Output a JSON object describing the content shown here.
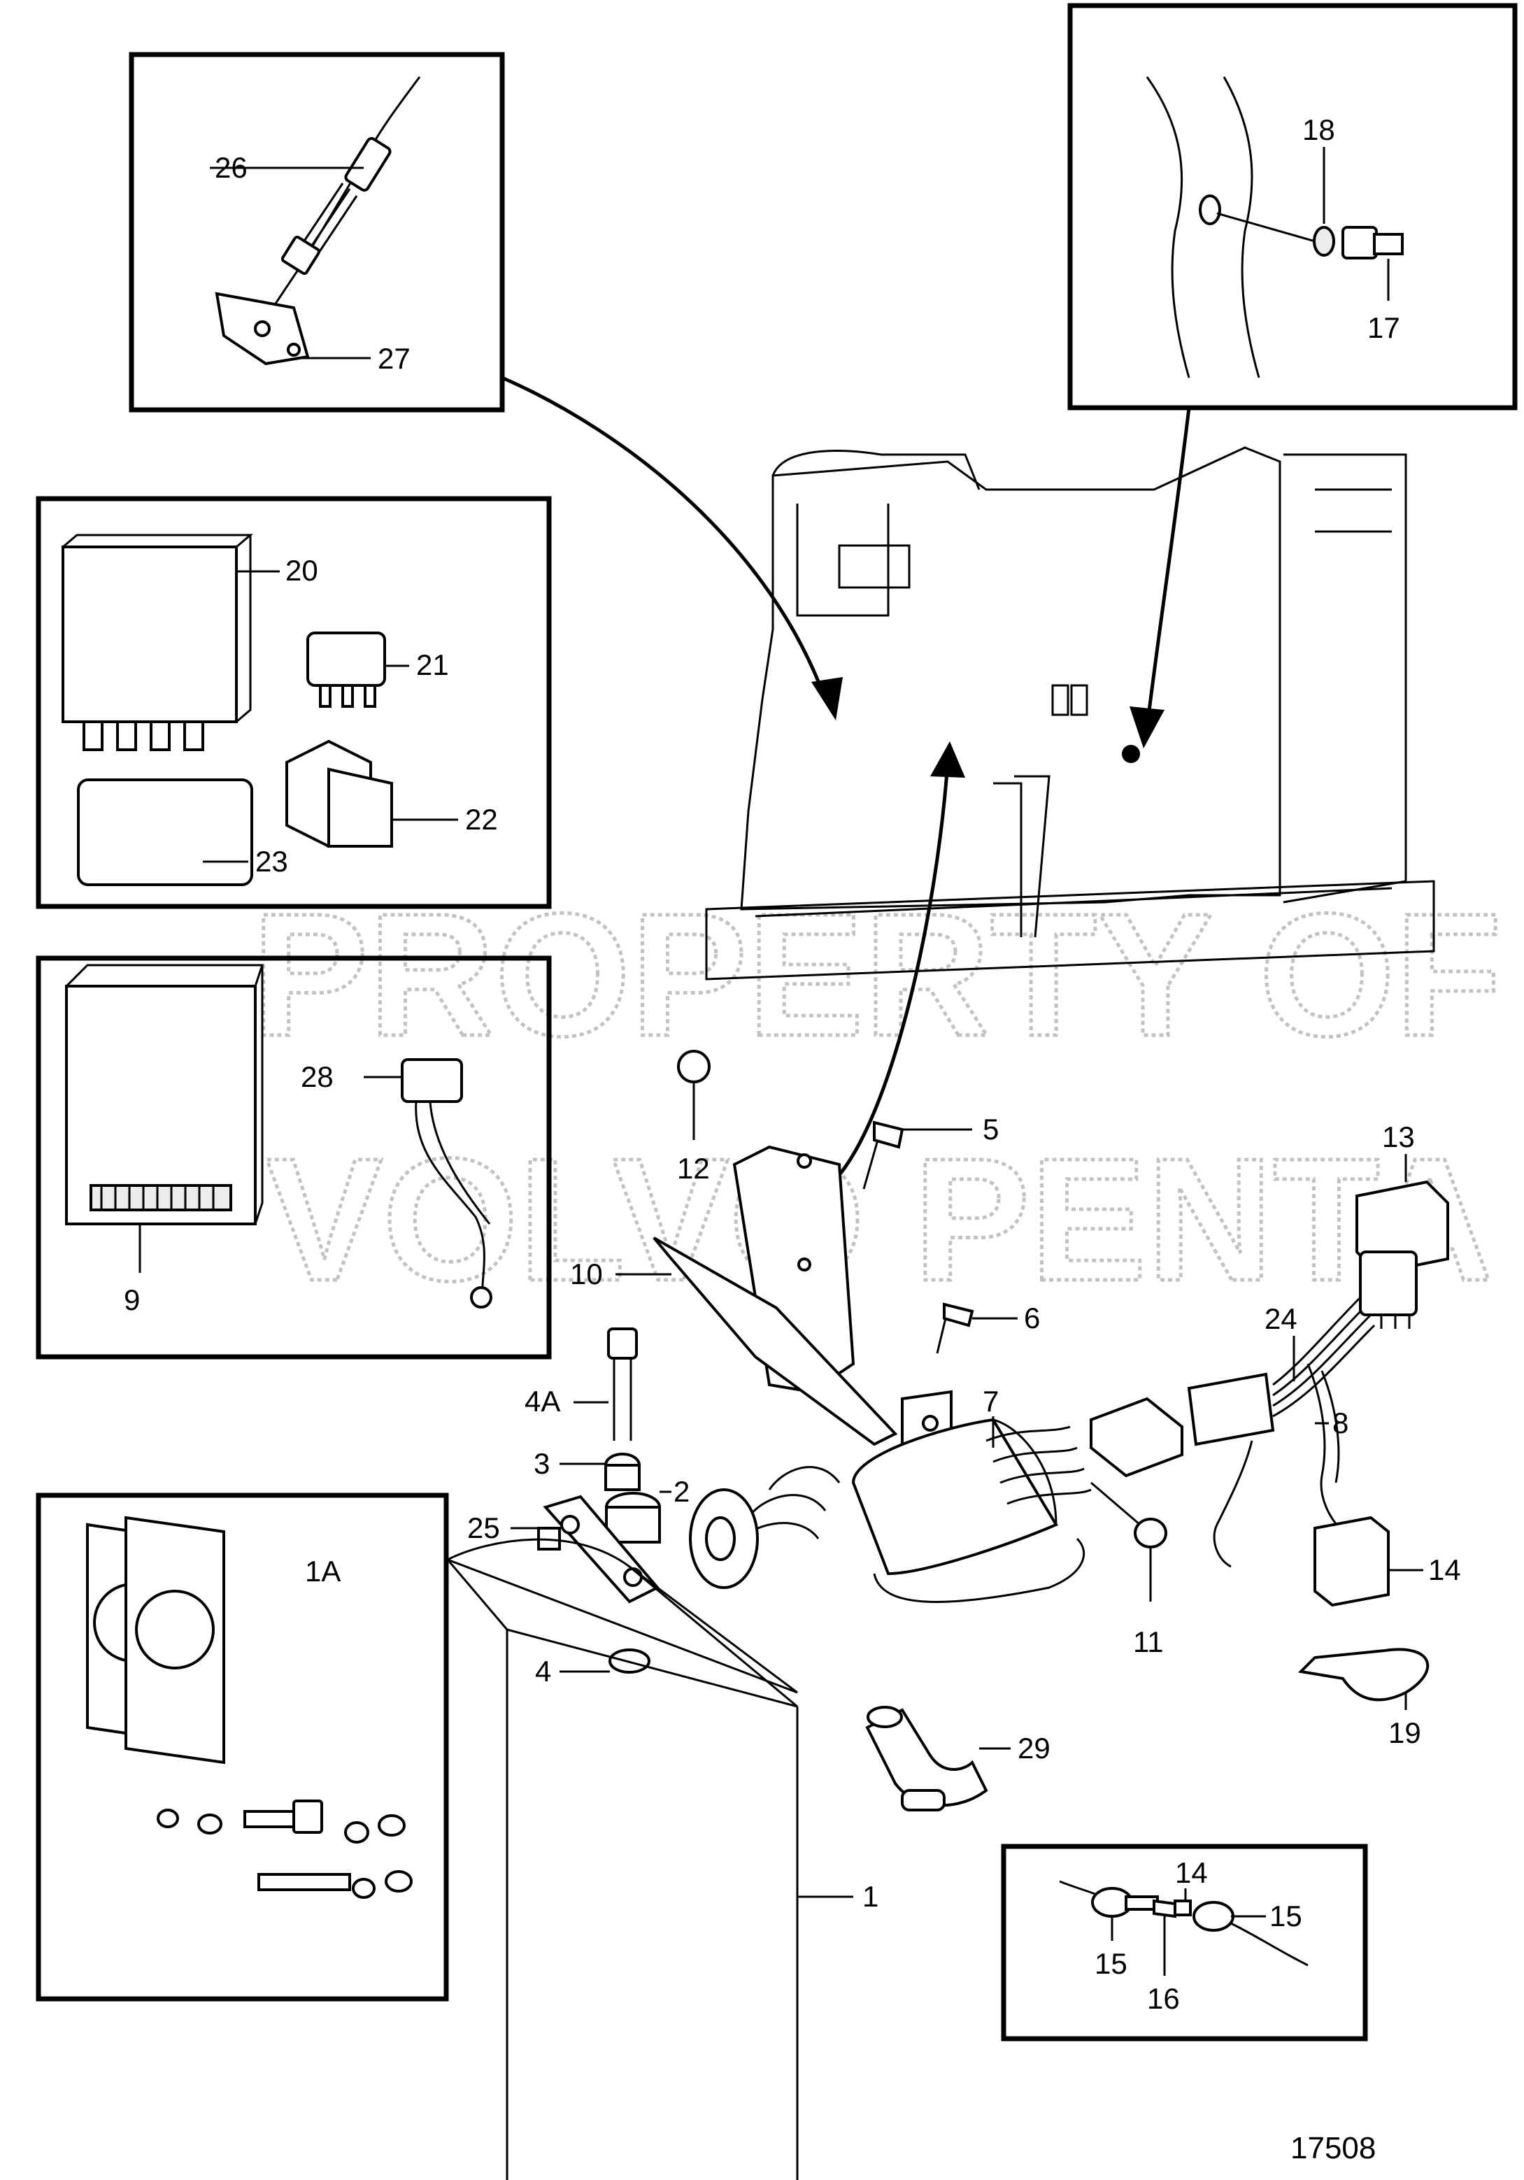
{
  "watermark": {
    "line1": "PROPERTY OF",
    "line2": "VOLVO PENTA"
  },
  "drawing_number": "17508",
  "callouts": {
    "c1": "1",
    "c1A": "1A",
    "c2": "2",
    "c3": "3",
    "c4": "4",
    "c4A": "4A",
    "c5": "5",
    "c6": "6",
    "c7": "7",
    "c8": "8",
    "c9": "9",
    "c10": "10",
    "c11": "11",
    "c12": "12",
    "c13": "13",
    "c14": "14",
    "c14b": "14",
    "c15": "15",
    "c15b": "15",
    "c16": "16",
    "c17": "17",
    "c18": "18",
    "c19": "19",
    "c20": "20",
    "c21": "21",
    "c22": "22",
    "c23": "23",
    "c24": "24",
    "c25": "25",
    "c26": "26",
    "c27": "27",
    "c28": "28",
    "c29": "29"
  }
}
